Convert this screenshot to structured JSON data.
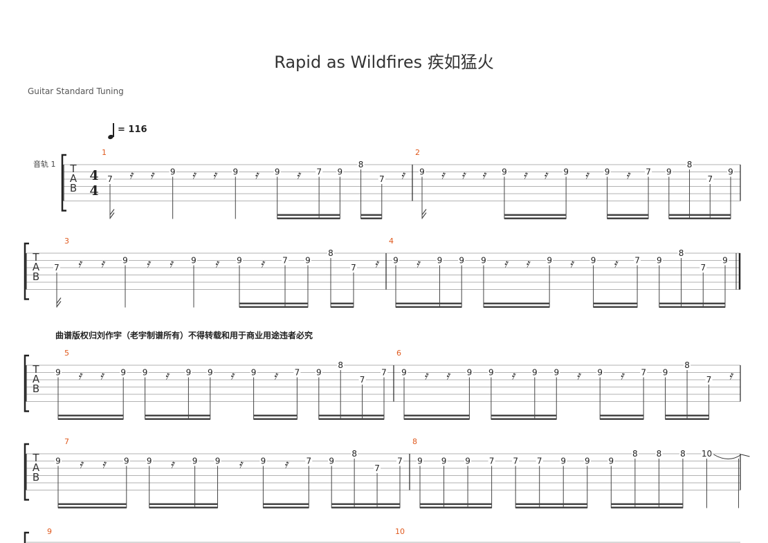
{
  "title": "Rapid as Wildfires 疾如猛火",
  "subtitle": "Guitar Standard Tuning",
  "tempo": "= 116",
  "track_name": "音轨 1",
  "copyright": "曲谱版权归刘作宇（老宇制谱所有）不得转载和用于商业用途违者必究",
  "tab_letters": [
    "T",
    "A",
    "B"
  ],
  "time_signature": [
    "4",
    "4"
  ],
  "rest_glyph": "𝄿",
  "systems": [
    {
      "measures": [
        {
          "number": "1",
          "events": [
            {
              "t": "7",
              "s": 3,
              "grace": true
            },
            {
              "r": 1
            },
            {
              "r": 1,
              "eighth": true
            },
            {
              "t": "9",
              "s": 2
            },
            {
              "r": 1
            },
            {
              "r": 1
            },
            {
              "t": "9",
              "s": 2
            },
            {
              "r": 1
            },
            {
              "t": "9",
              "s": 2
            },
            {
              "r": 1
            },
            {
              "t": "7",
              "s": 2
            },
            {
              "t": "9",
              "s": 2
            },
            {
              "t": "8",
              "s": 1
            },
            {
              "t": "7",
              "s": 3
            },
            {
              "r": 1
            }
          ]
        },
        {
          "number": "2",
          "events": [
            {
              "t": "9",
              "s": 2,
              "grace": true
            },
            {
              "r": 1
            },
            {
              "r": 1
            },
            {
              "r": 1
            },
            {
              "t": "9",
              "s": 2
            },
            {
              "r": 1
            },
            {
              "r": 1
            },
            {
              "t": "9",
              "s": 2
            },
            {
              "r": 1
            },
            {
              "t": "9",
              "s": 2
            },
            {
              "r": 1
            },
            {
              "t": "7",
              "s": 2
            },
            {
              "t": "9",
              "s": 2
            },
            {
              "t": "8",
              "s": 1
            },
            {
              "t": "7",
              "s": 3
            },
            {
              "t": "9",
              "s": 2
            }
          ]
        }
      ]
    },
    {
      "measures": [
        {
          "number": "3",
          "events": [
            {
              "t": "7",
              "s": 3,
              "grace": true
            },
            {
              "r": 1
            },
            {
              "r": 1,
              "eighth": true
            },
            {
              "t": "9",
              "s": 2
            },
            {
              "r": 1
            },
            {
              "r": 1
            },
            {
              "t": "9",
              "s": 2
            },
            {
              "r": 1
            },
            {
              "t": "9",
              "s": 2
            },
            {
              "r": 1
            },
            {
              "t": "7",
              "s": 2
            },
            {
              "t": "9",
              "s": 2
            },
            {
              "t": "8",
              "s": 1
            },
            {
              "t": "7",
              "s": 3
            },
            {
              "r": 1
            }
          ]
        },
        {
          "number": "4",
          "events": [
            {
              "t": "9",
              "s": 2
            },
            {
              "r": 1
            },
            {
              "t": "9",
              "s": 2
            },
            {
              "t": "9",
              "s": 2
            },
            {
              "t": "9",
              "s": 2
            },
            {
              "r": 1
            },
            {
              "r": 1
            },
            {
              "t": "9",
              "s": 2
            },
            {
              "r": 1
            },
            {
              "t": "9",
              "s": 2
            },
            {
              "r": 1
            },
            {
              "t": "7",
              "s": 2
            },
            {
              "t": "9",
              "s": 2
            },
            {
              "t": "8",
              "s": 1
            },
            {
              "t": "7",
              "s": 3
            },
            {
              "t": "9",
              "s": 2
            }
          ],
          "final": true
        }
      ]
    },
    {
      "measures": [
        {
          "number": "5",
          "events": [
            {
              "t": "9",
              "s": 2
            },
            {
              "r": 1
            },
            {
              "r": 1
            },
            {
              "t": "9",
              "s": 2
            },
            {
              "t": "9",
              "s": 2
            },
            {
              "r": 1
            },
            {
              "t": "9",
              "s": 2
            },
            {
              "t": "9",
              "s": 2
            },
            {
              "r": 1
            },
            {
              "t": "9",
              "s": 2
            },
            {
              "r": 1
            },
            {
              "t": "7",
              "s": 2
            },
            {
              "t": "9",
              "s": 2
            },
            {
              "t": "8",
              "s": 1
            },
            {
              "t": "7",
              "s": 3
            },
            {
              "t": "7",
              "s": 2
            }
          ]
        },
        {
          "number": "6",
          "events": [
            {
              "t": "9",
              "s": 2
            },
            {
              "r": 1
            },
            {
              "r": 1
            },
            {
              "t": "9",
              "s": 2
            },
            {
              "t": "9",
              "s": 2
            },
            {
              "r": 1
            },
            {
              "t": "9",
              "s": 2
            },
            {
              "t": "9",
              "s": 2
            },
            {
              "r": 1
            },
            {
              "t": "9",
              "s": 2
            },
            {
              "r": 1
            },
            {
              "t": "7",
              "s": 2
            },
            {
              "t": "9",
              "s": 2
            },
            {
              "t": "8",
              "s": 1
            },
            {
              "t": "7",
              "s": 3
            },
            {
              "r": 1
            }
          ]
        }
      ]
    },
    {
      "measures": [
        {
          "number": "7",
          "events": [
            {
              "t": "9",
              "s": 2
            },
            {
              "r": 1
            },
            {
              "r": 1
            },
            {
              "t": "9",
              "s": 2
            },
            {
              "t": "9",
              "s": 2
            },
            {
              "r": 1
            },
            {
              "t": "9",
              "s": 2
            },
            {
              "t": "9",
              "s": 2
            },
            {
              "r": 1
            },
            {
              "t": "9",
              "s": 2
            },
            {
              "r": 1
            },
            {
              "t": "7",
              "s": 2
            },
            {
              "t": "9",
              "s": 2
            },
            {
              "t": "8",
              "s": 1
            },
            {
              "t": "7",
              "s": 3
            },
            {
              "t": "7",
              "s": 2
            }
          ]
        },
        {
          "number": "8",
          "events": [
            {
              "t": "9",
              "s": 2
            },
            {
              "t": "9",
              "s": 2
            },
            {
              "t": "9",
              "s": 2
            },
            {
              "t": "7",
              "s": 2
            },
            {
              "t": "7",
              "s": 2
            },
            {
              "t": "7",
              "s": 2
            },
            {
              "t": "9",
              "s": 2
            },
            {
              "t": "9",
              "s": 2
            },
            {
              "t": "9",
              "s": 2
            },
            {
              "t": "8",
              "s": 1
            },
            {
              "t": "8",
              "s": 1
            },
            {
              "t": "8",
              "s": 1
            },
            {
              "t": "10",
              "s": 1,
              "tie": true,
              "wide": 2
            }
          ]
        }
      ]
    },
    {
      "partial": true,
      "measures": [
        {
          "number": "9",
          "events": []
        },
        {
          "number": "10",
          "events": []
        }
      ]
    }
  ]
}
